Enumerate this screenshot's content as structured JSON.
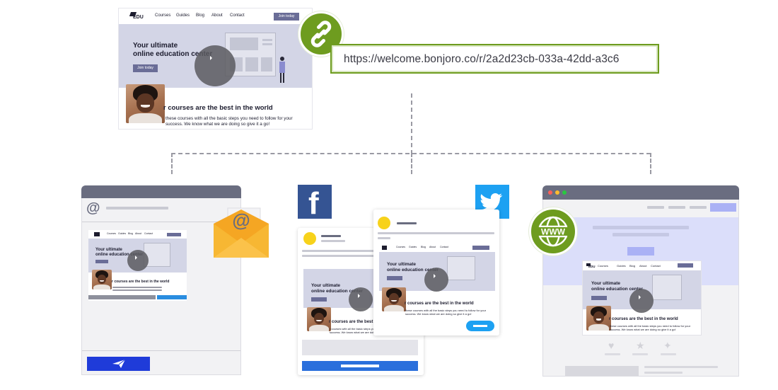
{
  "top_preview": {
    "brand": "EDU",
    "nav": [
      "Courses",
      "Guides",
      "Blog",
      "About",
      "Contact"
    ],
    "cta": "Join today",
    "hero_title_line1": "Your ultimate",
    "hero_title_line2": "online education center",
    "hero_button": "Join today",
    "section_title": "r courses are the best in the world",
    "section_text_line1": "these courses with all the basic steps you need to follow for your",
    "section_text_line2": "success. We know what we are doing so give it a go!"
  },
  "link": {
    "url": "https://welcome.bonjoro.co/r/2a2d23cb-033a-42dd-a3c6",
    "icon": "chain-link-icon",
    "accent": "#6e9c1f"
  },
  "email_channel": {
    "icon": "envelope-at-icon",
    "at_symbol": "@",
    "mini_title_line1": "Your ultimate",
    "mini_title_line2": "online education center",
    "mini_section": "r courses are the best in the world",
    "send_icon": "paper-plane-icon",
    "send_color": "#1f3bd9"
  },
  "social_channel": {
    "facebook_icon": "facebook-logo-icon",
    "facebook_letter": "f",
    "facebook_color": "#355493",
    "twitter_icon": "twitter-bird-icon",
    "twitter_color": "#1da1f2",
    "post_title_line1": "Your ultimate",
    "post_title_line2": "online education center",
    "post_section": "r courses are the best in the world",
    "post_text_line1": "r courses with all the basic steps you need to follow for your",
    "post_text_line2": "success. We know what we are doing so give it a go!",
    "front_title_line1": "Your ultimate",
    "front_title_line2": "online education center",
    "front_section": "r courses are the best in the world",
    "front_text_line1": "these courses with all the basic steps you need to follow for your",
    "front_text_line2": "success. We know what we are doing so give it a go!"
  },
  "web_channel": {
    "www_label": "WWW",
    "www_color": "#6e9c1f",
    "title_line1": "Your ultimate",
    "title_line2": "online education center",
    "section_title": "r courses are the best in the world",
    "section_text_line1": "these courses with all the basic steps you need to follow for your",
    "section_text_line2": "success. We know what we are doing so give it a go!",
    "nav": [
      "Courses",
      "Guides",
      "Blog",
      "About",
      "Contact"
    ],
    "brand": "EDU"
  }
}
